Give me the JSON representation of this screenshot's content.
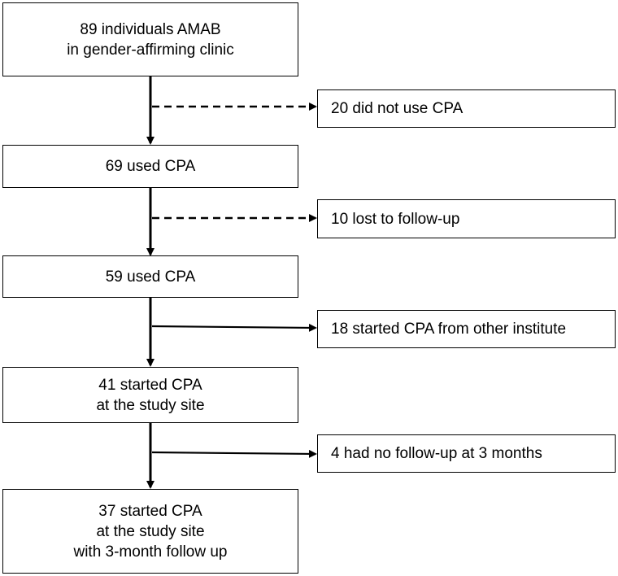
{
  "main_boxes": [
    {
      "lines": [
        "89 individuals AMAB",
        "in gender-affirming clinic"
      ]
    },
    {
      "lines": [
        "69 used CPA"
      ]
    },
    {
      "lines": [
        "59 used CPA"
      ]
    },
    {
      "lines": [
        "41 started CPA",
        "at the study site"
      ]
    },
    {
      "lines": [
        "37 started CPA",
        "at the study site",
        "with 3-month follow up"
      ]
    }
  ],
  "exclusion_boxes": [
    {
      "text": "20 did not use CPA",
      "line_style": "dashed"
    },
    {
      "text": "10 lost to follow-up",
      "line_style": "dashed"
    },
    {
      "text": "18 started CPA from other institute",
      "line_style": "solid"
    },
    {
      "text": "4 had no follow-up at 3 months",
      "line_style": "solid"
    }
  ],
  "colors": {
    "stroke": "#000000",
    "background": "#ffffff",
    "text": "#000000"
  }
}
